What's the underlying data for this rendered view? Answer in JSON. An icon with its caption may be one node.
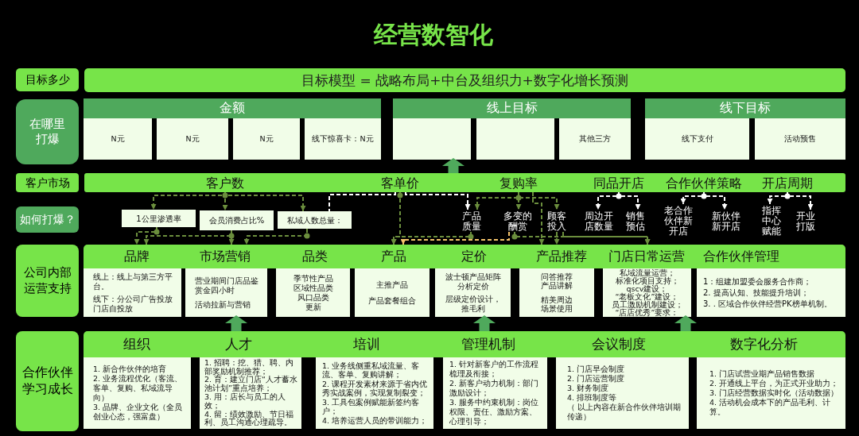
{
  "diagram": {
    "title": "经营数智化",
    "nodes": [
      {
        "text": [
          "目标多少"
        ]
      },
      {
        "text": [
          "目标模型 = 战略布局+中台及组织力+数字化增长预测"
        ]
      },
      {
        "text": [
          "在哪里打爆"
        ]
      },
      {
        "text": [
          "金额"
        ]
      },
      {
        "text": [
          "N元"
        ]
      },
      {
        "text": [
          "N元"
        ]
      },
      {
        "text": [
          "N元"
        ]
      },
      {
        "text": [
          "线下惊喜卡：N元"
        ]
      },
      {
        "text": [
          "线上目标"
        ]
      },
      {
        "text": [],
        "shape": "box"
      },
      {
        "text": [],
        "shape": "box"
      },
      {
        "text": [
          "其他三方"
        ]
      },
      {
        "text": [
          "线下目标"
        ]
      },
      {
        "text": [
          "线下支付"
        ]
      },
      {
        "text": [
          "活动预售"
        ]
      },
      {
        "text": [
          "客户市场"
        ]
      },
      {
        "text": [],
        "shape": "bar"
      },
      {
        "text": [
          "客户数"
        ],
        "in": 16
      },
      {
        "text": [
          "客单价"
        ],
        "in": 16
      },
      {
        "text": [
          "复购率"
        ],
        "in": 16
      },
      {
        "text": [
          "同品开店"
        ],
        "in": 16
      },
      {
        "text": [
          "合作伙伴策略"
        ],
        "in": 16
      },
      {
        "text": [
          "开店周期"
        ],
        "in": 16
      },
      {
        "text": [
          "如何打爆？"
        ]
      },
      {
        "text": [
          "1公里渗透率"
        ]
      },
      {
        "text": [
          "会员消费占比%"
        ]
      },
      {
        "text": [
          "私域人数总量："
        ]
      },
      {
        "text": [
          "产品质量"
        ]
      },
      {
        "text": [
          "多变的酬赏"
        ]
      },
      {
        "text": [
          "顾客投入"
        ]
      },
      {
        "text": [
          "周边开店数量"
        ]
      },
      {
        "text": [
          "销售预估"
        ]
      },
      {
        "text": [
          "老合作伙伴新开店"
        ]
      },
      {
        "text": [
          "新伙伴新开店"
        ]
      },
      {
        "text": [
          "指挥中心赋能"
        ]
      },
      {
        "text": [
          "开业打版"
        ]
      },
      {
        "text": [
          "公司内部运营支持"
        ]
      },
      {
        "text": [],
        "shape": "bar"
      },
      {
        "text": [
          "品牌"
        ],
        "in": 37
      },
      {
        "text": [
          "市场营销"
        ],
        "in": 37
      },
      {
        "text": [
          "品类"
        ],
        "in": 37
      },
      {
        "text": [
          "产品"
        ],
        "in": 37
      },
      {
        "text": [
          "定价"
        ],
        "in": 37
      },
      {
        "text": [
          "产品推荐"
        ],
        "in": 37
      },
      {
        "text": [
          "门店日常运营"
        ],
        "in": 37
      },
      {
        "text": [
          "合作伙伴管理"
        ],
        "in": 37
      },
      {
        "text": [
          "线上：线上与第三方平台。",
          "线下：分公司广告投放门店自投放"
        ]
      },
      {
        "text": [
          "营业期间门店品鉴赏金四小时",
          "活动拉新与营销"
        ]
      },
      {
        "text": [
          "季节性产品",
          "区域性品类",
          "风口品类",
          "更新"
        ]
      },
      {
        "text": [
          "主推产品",
          "产品套餐组合"
        ]
      },
      {
        "text": [
          "波士顿产品矩阵分析定价",
          "层级定价设计，推毛利"
        ]
      },
      {
        "text": [
          "问答推荐产品讲解",
          "精美周边场景使用"
        ]
      },
      {
        "text": [
          "私域流量运营；",
          "标准化项目支持；",
          "qscv建设；",
          "“老板文化”建设；",
          "员工激励机制建设；",
          "“店店优秀”要求："
        ]
      },
      {
        "text": [
          "1：组建加盟委会服务合作商；",
          "2. 提高认知、技能提升培训；",
          "3. . 区域合作伙伴经营PK榜单机制。"
        ]
      },
      {
        "text": [
          "合作伙伴学习成长"
        ]
      },
      {
        "text": [],
        "shape": "bar"
      },
      {
        "text": [
          "组织"
        ],
        "in": 55
      },
      {
        "text": [
          "人才"
        ],
        "in": 55
      },
      {
        "text": [
          "培训"
        ],
        "in": 55
      },
      {
        "text": [
          "管理机制"
        ],
        "in": 55
      },
      {
        "text": [
          "会议制度"
        ],
        "in": 55
      },
      {
        "text": [
          "数字化分析"
        ],
        "in": 55
      },
      {
        "text": [
          "1. 新合作伙伴的培育",
          "2. 业务流程优化（客流、客单、复购、私域流导向）",
          "3. 品牌、企业文化（全员创业心态，强富盘）"
        ]
      },
      {
        "text": [
          "1. 招聘：挖、猎、聘、内部奖励机制推荐；",
          "2. 育：建立门店“人才蓄水池计划”重点培养；",
          "3. 用：店长与员工的人效；",
          "4. 留：绩效激励、节日福利、员工沟通心理疏导。"
        ]
      },
      {
        "text": [
          "1. 业务线侧重私域流量、客流、客单、复购讲解；",
          "2. 课程开发素材来源于省内优秀实战案例，实现复制裂变；",
          "3. 工具包案例赋能新签约客户；",
          "4. 培养运营人员的带训能力；"
        ]
      },
      {
        "text": [
          "1. 针对新客户的工作流程梳理及衔接；",
          "2. 新客户动力机制：部门激励设计；",
          "3. 服务中约束机制：岗位权限、责任、激励方案、心理引导；"
        ]
      },
      {
        "text": [
          "1. 门店早会制度",
          "2. 门店运营制度",
          "3. 财务制度",
          "4. 排班制度等",
          "（ 以上内容在新合作伙伴培训期传递）"
        ]
      },
      {
        "text": [
          "1. 门店试营业期产品销售数据",
          "2. 开通线上平台，为正式开业助力；",
          "3. 门店经营数据实时化（活动数据）",
          "4. 活动机会成本下的产品毛利、计算。"
        ]
      }
    ],
    "edges": [
      {
        "from": 16,
        "to": 9,
        "arrow": "to",
        "style": "thick",
        "color": "#4fa95c"
      },
      {
        "from": 17,
        "to": 24,
        "arrow": "to",
        "style": "dashed"
      },
      {
        "from": 17,
        "to": 25,
        "arrow": "to",
        "style": "dashed"
      },
      {
        "from": 17,
        "to": 26,
        "arrow": "to",
        "style": "dashed"
      },
      {
        "from": 24,
        "to": 38,
        "arrow": "to",
        "style": "dashed"
      },
      {
        "from": 25,
        "to": 38,
        "arrow": "to",
        "style": "dashed"
      },
      {
        "from": 25,
        "to": 39,
        "arrow": "to",
        "style": "dashed"
      },
      {
        "from": 26,
        "to": 39,
        "arrow": "to",
        "style": "dashed"
      },
      {
        "from": 18,
        "to": 26,
        "arrow": "none",
        "style": "dashed",
        "color": "#ffffff"
      },
      {
        "from": 18,
        "to": 27,
        "arrow": "to",
        "style": "dashed",
        "color": "#ffffff"
      },
      {
        "from": 18,
        "to": 41,
        "arrow": "to",
        "style": "dashed"
      },
      {
        "from": 27,
        "to": 41,
        "arrow": "to",
        "style": "dashed"
      },
      {
        "from": 19,
        "to": 27,
        "arrow": "to",
        "style": "dashed"
      },
      {
        "from": 19,
        "to": 28,
        "arrow": "to",
        "style": "dashed"
      },
      {
        "from": 19,
        "to": 29,
        "arrow": "to",
        "style": "dashed"
      },
      {
        "from": 19,
        "to": 43,
        "arrow": "to",
        "style": "dashed"
      },
      {
        "from": 28,
        "to": 44,
        "arrow": "to",
        "style": "dashed"
      },
      {
        "from": 28,
        "to": 41,
        "arrow": "to",
        "style": "dashed",
        "color": "#f6c46b"
      },
      {
        "from": 29,
        "to": 43,
        "arrow": "to",
        "style": "dashed"
      },
      {
        "from": 29,
        "to": 44,
        "arrow": "to",
        "style": "dashed"
      },
      {
        "from": 20,
        "to": 30,
        "arrow": "to",
        "style": "dashed",
        "color": "#ffffff"
      },
      {
        "from": 20,
        "to": 31,
        "arrow": "to",
        "style": "dashed",
        "color": "#ffffff"
      },
      {
        "from": 21,
        "to": 32,
        "arrow": "to",
        "style": "dashed",
        "color": "#ffffff"
      },
      {
        "from": 21,
        "to": 33,
        "arrow": "to",
        "style": "dashed",
        "color": "#ffffff"
      },
      {
        "from": 22,
        "to": 34,
        "arrow": "to",
        "style": "dashed",
        "color": "#ffffff"
      },
      {
        "from": 22,
        "to": 35,
        "arrow": "to",
        "style": "dashed",
        "color": "#ffffff"
      },
      {
        "from": 55,
        "to": 47,
        "arrow": "to",
        "style": "thick",
        "color": "#4fa95c"
      },
      {
        "from": 55,
        "to": 50,
        "arrow": "to",
        "style": "thick",
        "color": "#4fa95c"
      },
      {
        "from": 55,
        "to": 52,
        "arrow": "to",
        "style": "thick",
        "color": "#4fa95c"
      }
    ]
  }
}
